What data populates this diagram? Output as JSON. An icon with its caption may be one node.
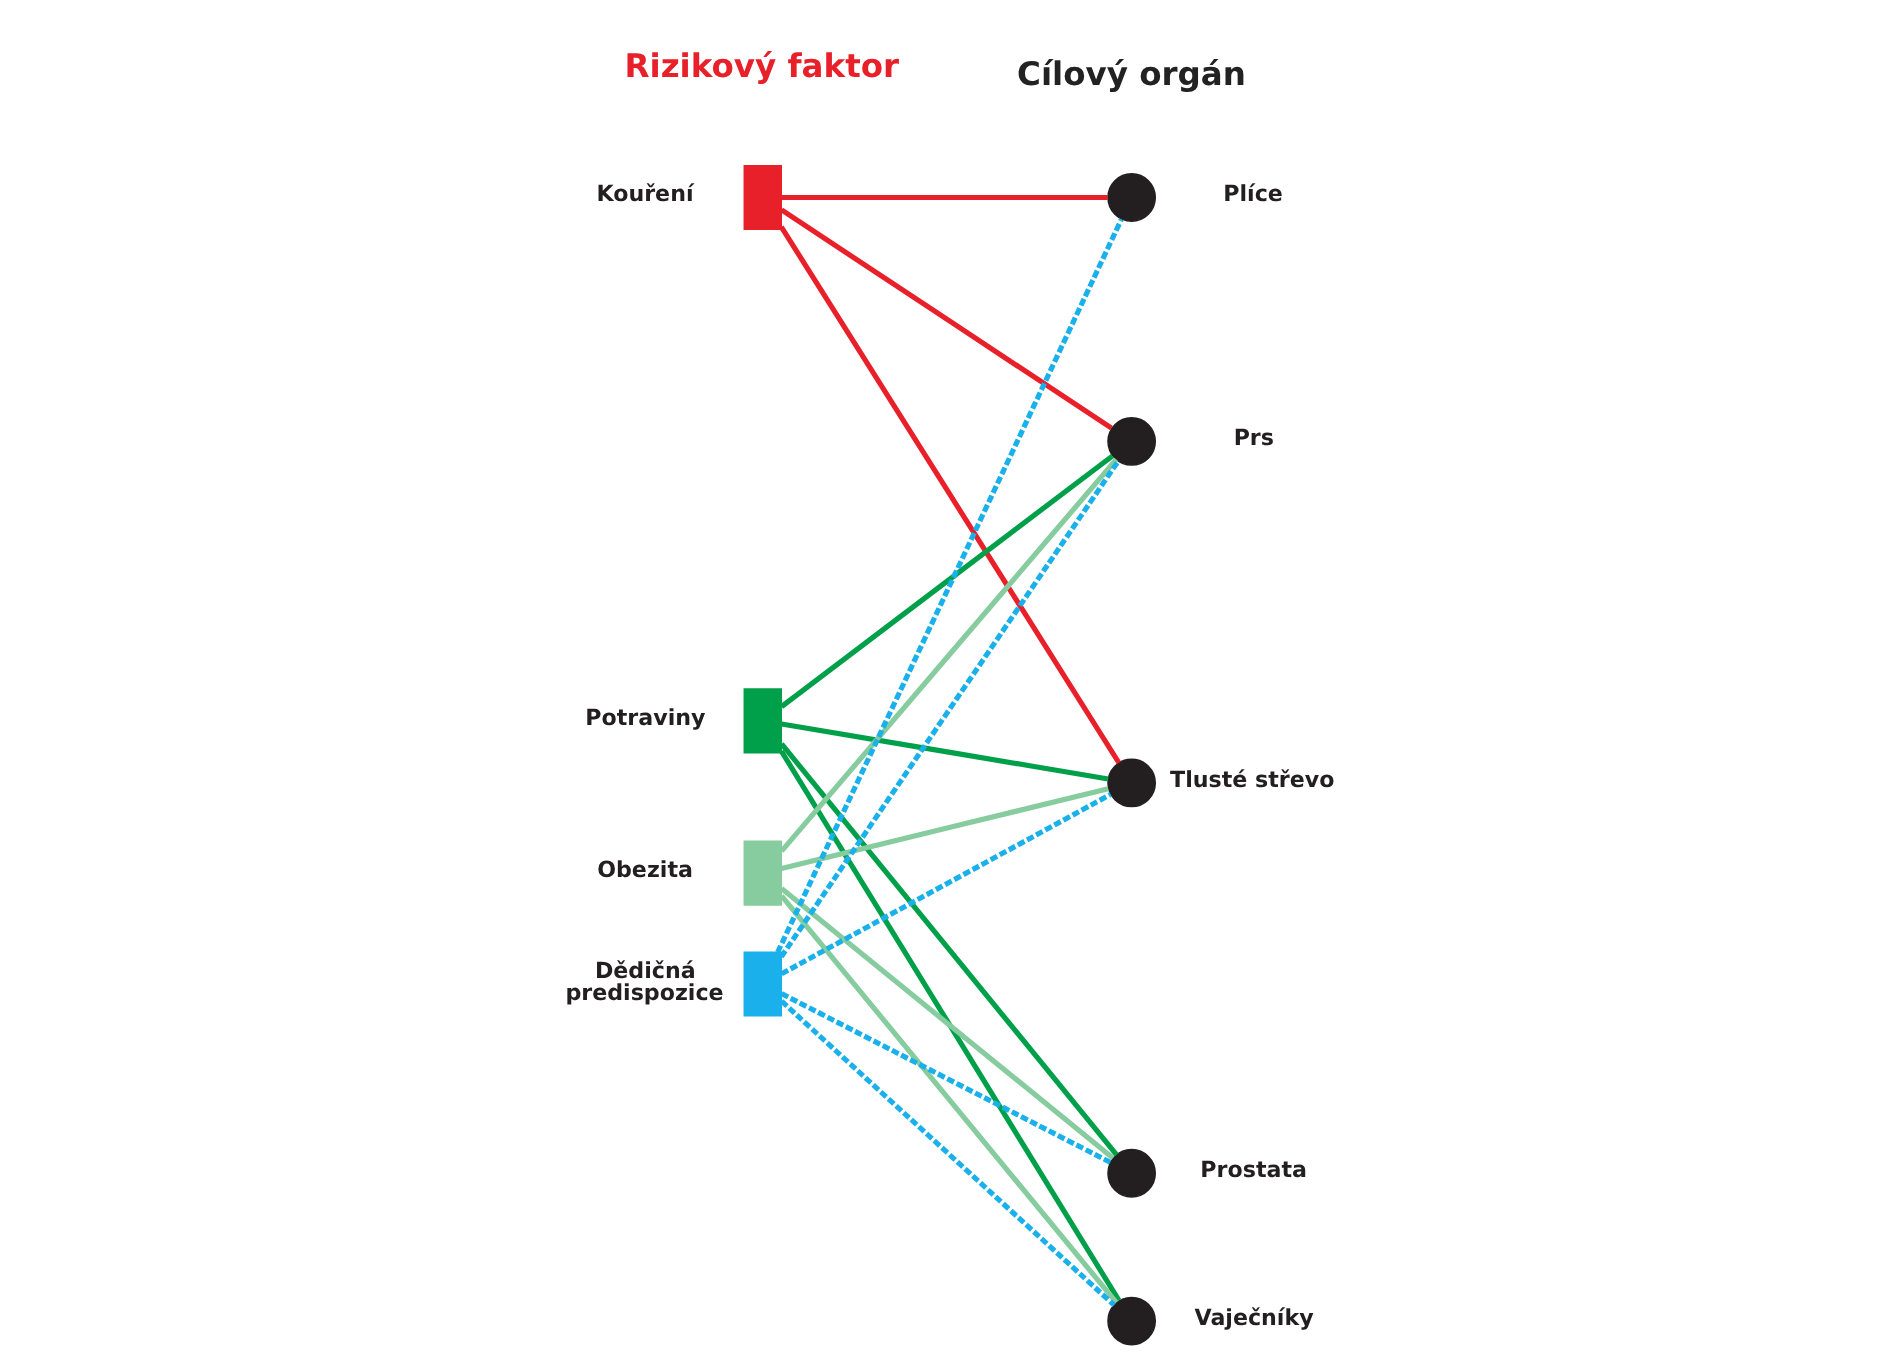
{
  "diagram": {
    "nodes": [
      {
        "text": [],
        "shape": "box",
        "beside": [
          "Kouření"
        ]
      },
      {
        "text": [],
        "shape": "box",
        "beside": [
          "Potraviny"
        ]
      },
      {
        "text": [],
        "shape": "box",
        "beside": [
          "Obezita"
        ]
      },
      {
        "text": [],
        "shape": "box",
        "beside": [
          "Dědičná predispozice"
        ]
      },
      {
        "text": [],
        "shape": "circle",
        "beside": [
          "Plíce"
        ]
      },
      {
        "text": [],
        "shape": "circle",
        "beside": [
          "Prs"
        ]
      },
      {
        "text": [],
        "shape": "circle",
        "beside": [
          "Tlusté střevo"
        ]
      },
      {
        "text": [],
        "shape": "circle",
        "beside": [
          "Prostata"
        ]
      },
      {
        "text": [],
        "shape": "circle",
        "beside": [
          "Vaječníky"
        ]
      }
    ],
    "edges": [
      {
        "from": 0,
        "to": 4,
        "arrow": "none",
        "color": "#e8202a"
      },
      {
        "from": 0,
        "to": 5,
        "arrow": "none",
        "color": "#e8202a"
      },
      {
        "from": 0,
        "to": 6,
        "arrow": "none",
        "color": "#e8202a"
      },
      {
        "from": 1,
        "to": 5,
        "arrow": "none",
        "color": "#00a04a"
      },
      {
        "from": 1,
        "to": 6,
        "arrow": "none",
        "color": "#00a04a"
      },
      {
        "from": 1,
        "to": 7,
        "arrow": "none",
        "color": "#00a04a"
      },
      {
        "from": 1,
        "to": 8,
        "arrow": "none",
        "color": "#00a04a"
      },
      {
        "from": 2,
        "to": 5,
        "arrow": "none",
        "color": "#86cc9e"
      },
      {
        "from": 2,
        "to": 6,
        "arrow": "none",
        "color": "#86cc9e"
      },
      {
        "from": 2,
        "to": 7,
        "arrow": "none",
        "color": "#86cc9e"
      },
      {
        "from": 2,
        "to": 8,
        "arrow": "none",
        "color": "#86cc9e"
      },
      {
        "from": 3,
        "to": 4,
        "arrow": "none",
        "style": "dashed",
        "color": "#1ab0ec"
      },
      {
        "from": 3,
        "to": 5,
        "arrow": "none",
        "style": "dashed",
        "color": "#1ab0ec"
      },
      {
        "from": 3,
        "to": 6,
        "arrow": "none",
        "style": "dashed",
        "color": "#1ab0ec"
      },
      {
        "from": 3,
        "to": 7,
        "arrow": "none",
        "style": "dashed",
        "color": "#1ab0ec"
      },
      {
        "from": 3,
        "to": 8,
        "arrow": "none",
        "style": "dashed",
        "color": "#1ab0ec"
      }
    ],
    "labels": [
      "Rizikový faktor",
      "Cílový orgán"
    ]
  }
}
